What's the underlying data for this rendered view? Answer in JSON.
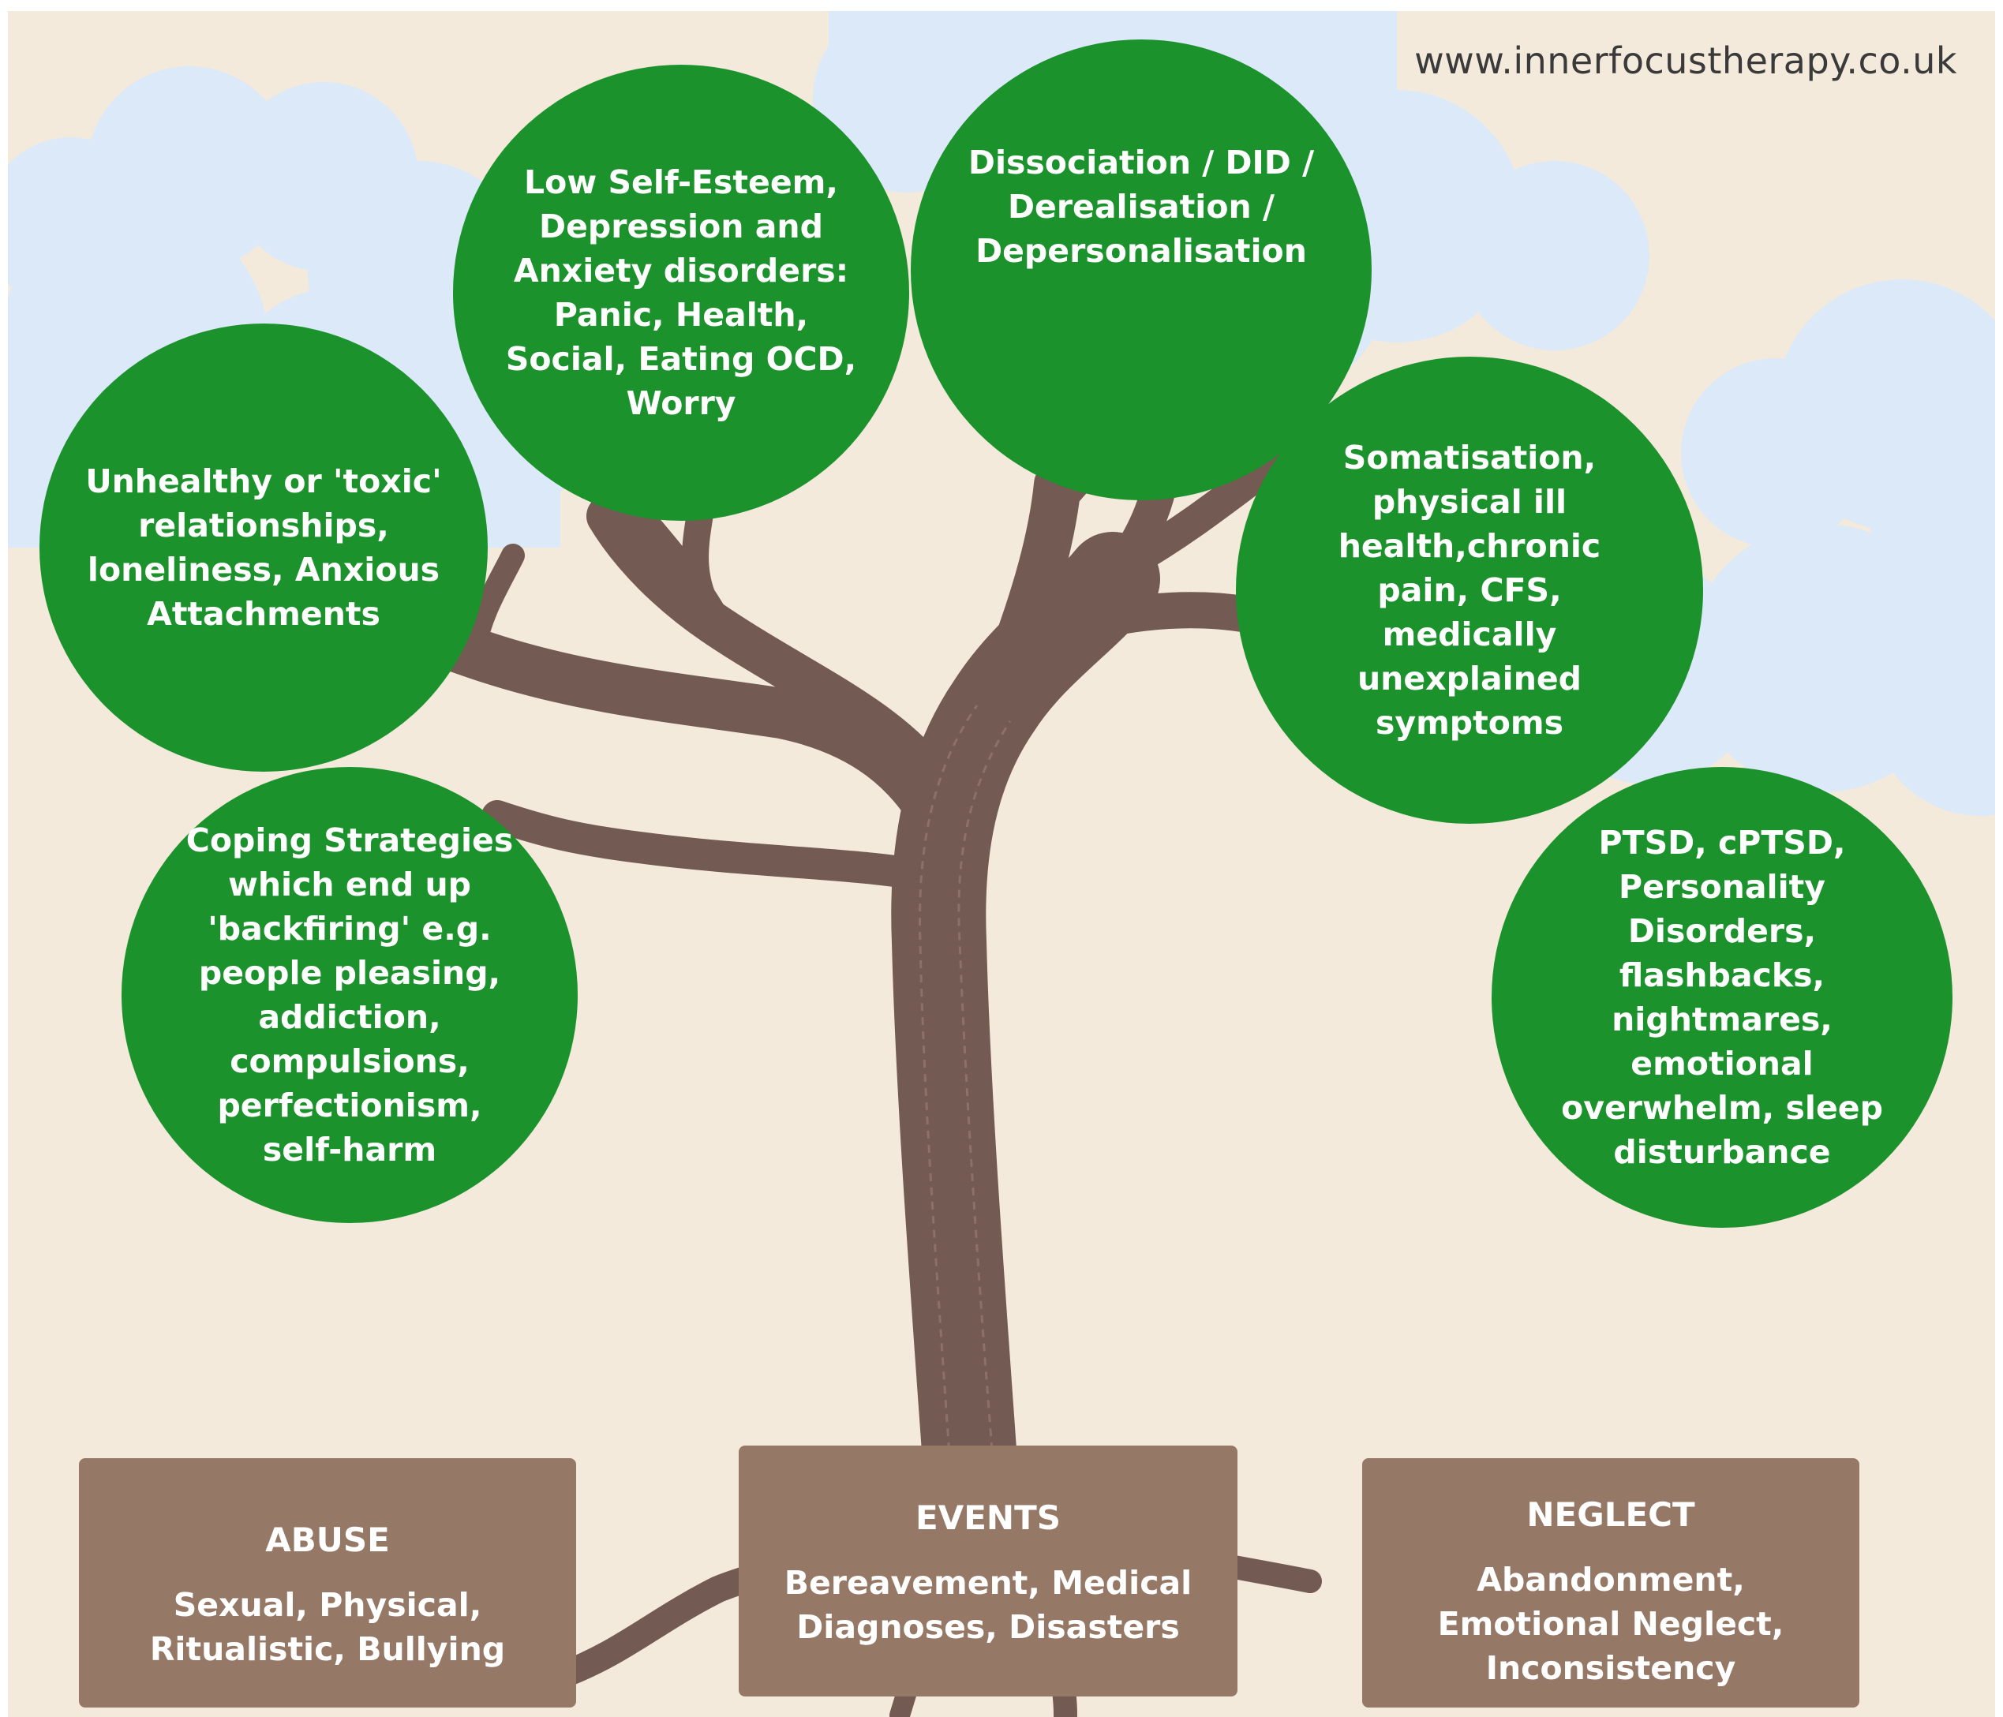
{
  "website": "www.innerfocustherapy.co.uk",
  "colors": {
    "background": "#f4eadc",
    "circle_fill": "#1b922c",
    "box_fill": "#957866",
    "tree": "#735a52",
    "cloud": "#dbe9f8"
  },
  "branches": [
    {
      "text": "Unhealthy or 'toxic' relationships, loneliness, Anxious Attachments"
    },
    {
      "text": "Low Self-Esteem, Depression and Anxiety disorders: Panic, Health, Social, Eating OCD, Worry"
    },
    {
      "text": "Dissociation / DID / Derealisation / Depersonalisation"
    },
    {
      "text": "Somatisation, physical ill health,chronic pain, CFS, medically unexplained symptoms"
    },
    {
      "text": "Coping Strategies which end up 'backfiring' e.g. people pleasing, addiction, compulsions, perfectionism, self-harm"
    },
    {
      "text": "PTSD, cPTSD, Personality Disorders, flashbacks, nightmares, emotional overwhelm, sleep disturbance"
    }
  ],
  "roots": [
    {
      "title": "ABUSE",
      "body": "Sexual,  Physical, Ritualistic, Bullying"
    },
    {
      "title": "EVENTS",
      "body": "Bereavement, Medical Diagnoses, Disasters"
    },
    {
      "title": "NEGLECT",
      "body": "Abandonment, Emotional Neglect, Inconsistency"
    }
  ]
}
